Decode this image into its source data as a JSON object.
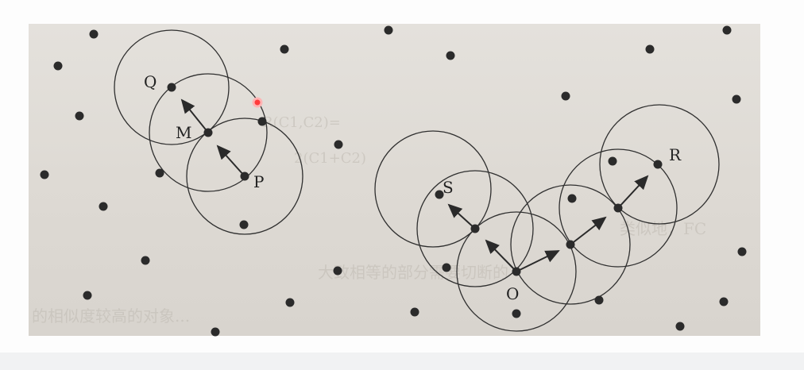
{
  "figure": {
    "left_points": {
      "Q": "Q",
      "M": "M",
      "P": "P"
    },
    "right_points": {
      "S": "S",
      "O": "O",
      "R": "R"
    }
  },
  "background_text": {
    "lines": [
      "R(C1,C2)=",
      "2(C1+C2)",
      "类似地，FC",
      "大致相等的部分需要切断的",
      "的相似度较高的对象..."
    ]
  },
  "colors": {
    "paper": "#e0ddd7",
    "ink": "#2a2a2a",
    "highlight": "#ff2a2a"
  }
}
